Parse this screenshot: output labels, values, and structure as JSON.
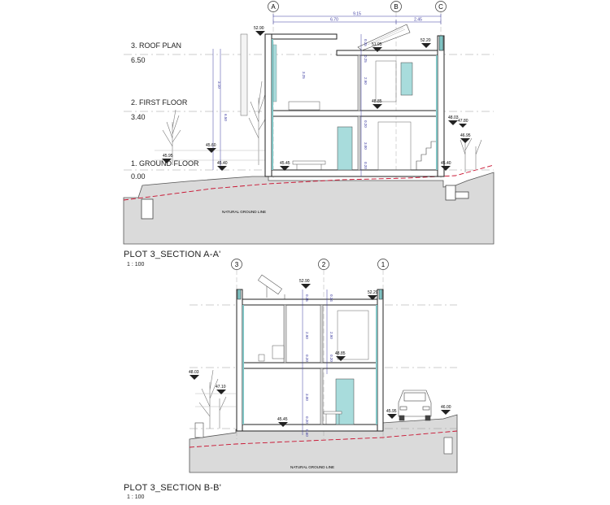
{
  "section_a": {
    "title": "PLOT 3_SECTION A-A'",
    "scale": "1 : 100",
    "grid_labels": [
      "A",
      "B",
      "C"
    ],
    "overall_dim": "9.15",
    "dims_top": [
      "6.70",
      "2.45"
    ],
    "levels": [
      {
        "name": "3. ROOF PLAN",
        "value": "6.50"
      },
      {
        "name": "2. FIRST FLOOR",
        "value": "3.40"
      },
      {
        "name": "1. GROUND FLOOR",
        "value": "0.00"
      }
    ],
    "elevations": [
      "52.90",
      "51.95",
      "52.20",
      "48.85",
      "48.03",
      "47.80",
      "46.95",
      "45.95",
      "45.60",
      "45.40",
      "45.45",
      "45.40"
    ],
    "dims_vertical": [
      "3.10",
      "6.50",
      "3.25",
      "2.90",
      "0.35",
      "0.25",
      "0.20",
      "3.00",
      "0.20"
    ],
    "ground_label": "NATURAL GROUND LINE"
  },
  "section_b": {
    "title": "PLOT 3_SECTION B-B'",
    "scale": "1 : 100",
    "grid_labels": [
      "3",
      "2",
      "1"
    ],
    "elevations": [
      "52.90",
      "52.29",
      "48.85",
      "48.03",
      "47.10",
      "45.45",
      "45.95",
      "46.00"
    ],
    "dims_vertical": [
      "0.35",
      "0.34",
      "2.90",
      "2.90",
      "0.20",
      "0.20",
      "3.00",
      "0.20",
      "0.60"
    ],
    "ground_label": "NATURAL GROUND LINE"
  },
  "colors": {
    "line": "#222222",
    "ground": "#dadada",
    "ground_line": "#c8102e",
    "glass": "#a8dcdc",
    "insulation": "#7fc3c3",
    "dim": "#3a3aa0",
    "level_dash": "#999999"
  }
}
